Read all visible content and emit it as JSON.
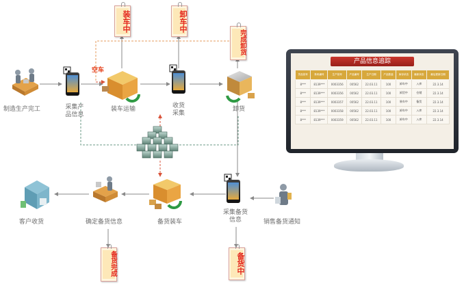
{
  "nodes": {
    "manufacturing_done": "制造生产完工",
    "collect_product_info": "采集产\n品信息",
    "loading_transport": "装车运输",
    "receive_collect": "收货\n采集",
    "unload": "卸货",
    "customer_receive": "客户收货",
    "confirm_stock_info": "确定备货信息",
    "stock_loading": "备货装车",
    "collect_stock_info": "采集备货\n信息",
    "sales_stock_notice": "销售备货通知"
  },
  "empty_truck_label": "空车",
  "status_tags": {
    "tag1": "装车中",
    "tag2": "卸车中",
    "tag3": "完成卸货",
    "tag4": "备货完成",
    "tag5": "备货中"
  },
  "screen": {
    "title": "产品信息追踪",
    "columns": [
      "货品批号",
      "条码编号",
      "生产批号",
      "产品编号",
      "生产日期",
      "产品数量",
      "库存状态",
      "最新状态",
      "最后更新日期"
    ],
    "rows": [
      [
        "8***",
        "8139***",
        "0003356",
        "00562",
        "22.03.11",
        "100",
        "卸车中",
        "入库",
        "22.3.14"
      ],
      [
        "8***",
        "8139***",
        "0003356",
        "00562",
        "22.03.11",
        "100",
        "卸货中",
        "仓储",
        "22.3.14"
      ],
      [
        "8***",
        "8139***",
        "0003357",
        "00562",
        "22.03.11",
        "100",
        "装车中",
        "备货",
        "22.3.14"
      ],
      [
        "8***",
        "8139***",
        "0003358",
        "00562",
        "22.03.11",
        "100",
        "卸车中",
        "入库",
        "22.3.14"
      ],
      [
        "8***",
        "8139***",
        "0003359",
        "00562",
        "22.03.11",
        "100",
        "卸车中",
        "入库",
        "22.3.14"
      ]
    ]
  },
  "colors": {
    "tag_text": "#e3271e",
    "flow_line": "#8a8a8a",
    "dashed_orange": "#e59b5c",
    "dashed_green": "#6a9a86",
    "screen_title": "#b3291f",
    "table_header": "#d7a83c"
  }
}
